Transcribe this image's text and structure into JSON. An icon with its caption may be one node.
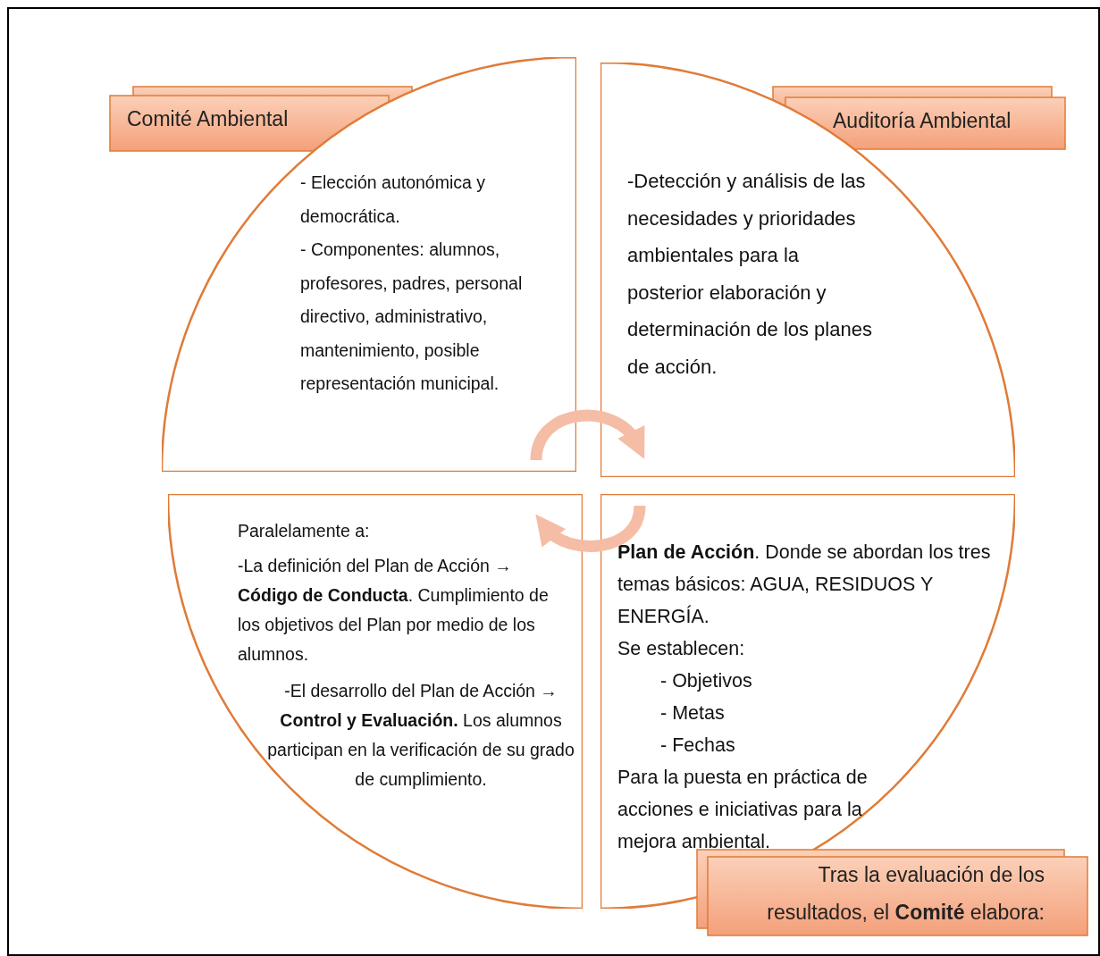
{
  "diagram": {
    "nodes": [
      {
        "text": [
          "Comité Ambiental"
        ]
      },
      {
        "text": [
          "Auditoría Ambiental"
        ]
      },
      {
        "text": [
          "- Elección autonómica y democrática.",
          "- Componentes: alumnos, profesores, padres, personal directivo, administrativo, mantenimiento, posible representación municipal."
        ]
      },
      {
        "text": [
          "-Detección y análisis de las necesidades y prioridades ambientales para la posterior elaboración y determinación de los planes de acción."
        ]
      },
      {
        "text": [
          "Paralelamente a:",
          "-La definición del Plan de Acción → **Código de Conducta**. Cumplimiento de los objetivos del Plan por medio de los alumnos.",
          "-El desarrollo del Plan de Acción → **Control y Evaluación.** Los alumnos participan en la verificación de su grado de cumplimiento."
        ]
      },
      {
        "text": [
          "**Plan de Acción**. Donde se abordan los tres temas básicos: AGUA, RESIDUOS Y ENERGÍA.",
          "Se establecen:",
          "- Objetivos",
          "- Metas",
          "- Fechas",
          "Para la puesta en práctica de acciones e iniciativas para la mejora ambiental."
        ]
      },
      {
        "text": [
          "Tras la evaluación de los resultados, el **Comité** elabora:"
        ]
      }
    ],
    "edges": [
      {
        "from": 2,
        "to": 3,
        "arrow": "to"
      },
      {
        "from": 5,
        "to": 4,
        "arrow": "to"
      }
    ]
  }
}
